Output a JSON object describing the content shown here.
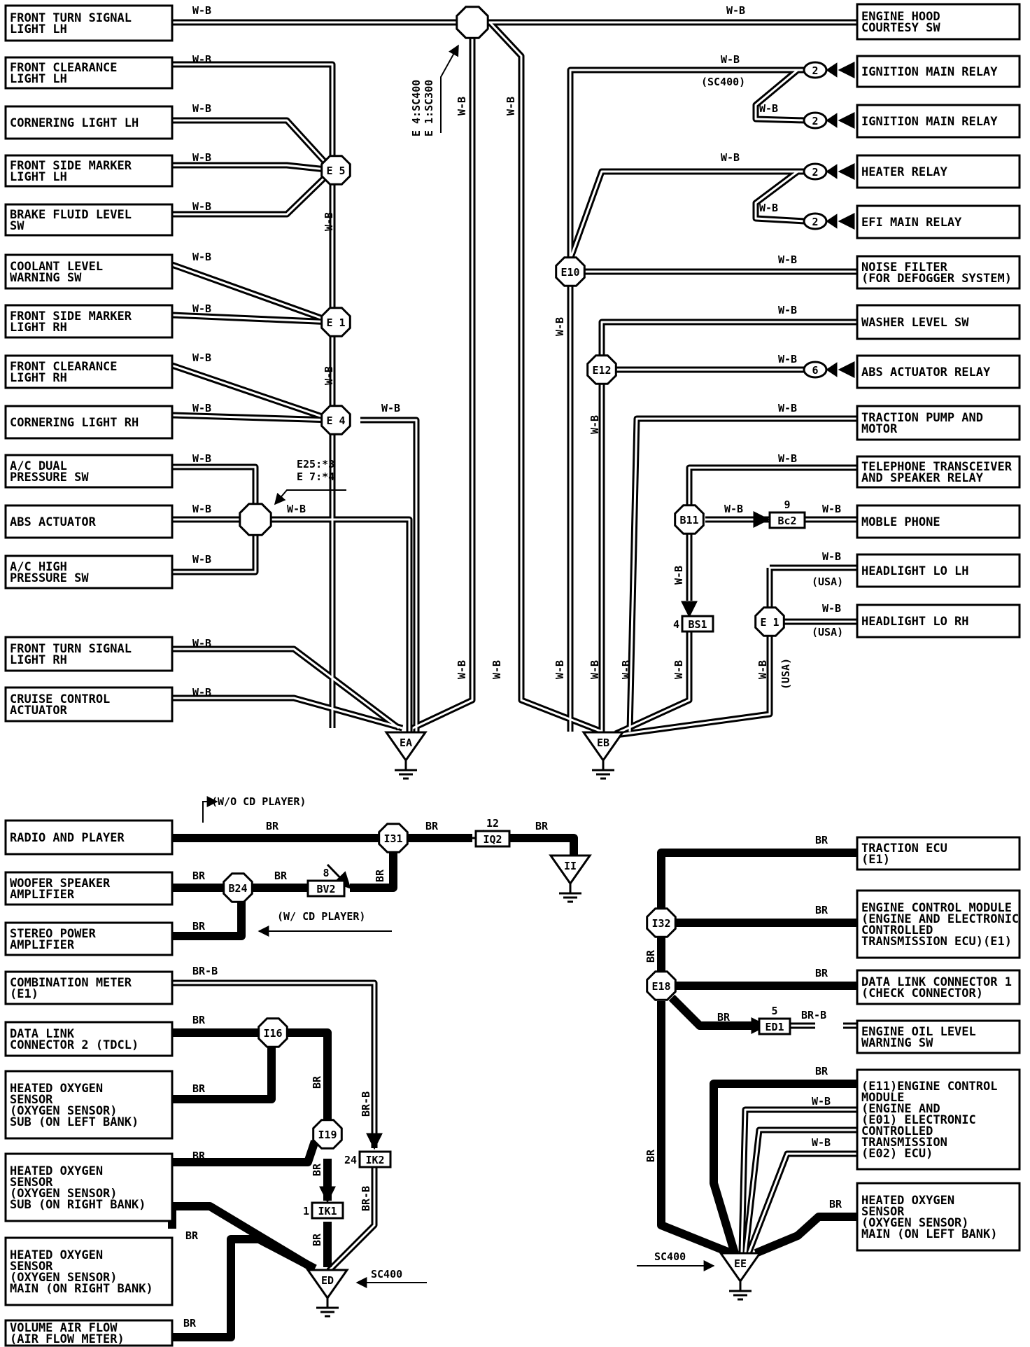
{
  "wire_colors": {
    "wb": "W-B",
    "br": "BR",
    "brb": "BR-B"
  },
  "components": {
    "front_turn_lh": [
      "FRONT TURN SIGNAL",
      "LIGHT LH"
    ],
    "front_clear_lh": [
      "FRONT CLEARANCE",
      "LIGHT LH"
    ],
    "corner_lh": [
      "CORNERING LIGHT LH"
    ],
    "front_side_lh": [
      "FRONT SIDE MARKER",
      "LIGHT LH"
    ],
    "brake_fluid": [
      "BRAKE FLUID LEVEL",
      "SW"
    ],
    "coolant": [
      "COOLANT LEVEL",
      "WARNING SW"
    ],
    "front_side_rh": [
      "FRONT SIDE MARKER",
      "LIGHT RH"
    ],
    "front_clear_rh": [
      "FRONT CLEARANCE",
      "LIGHT RH"
    ],
    "corner_rh": [
      "CORNERING LIGHT RH"
    ],
    "ac_dual": [
      "A/C DUAL",
      "PRESSURE SW"
    ],
    "abs_act": [
      "ABS ACTUATOR"
    ],
    "ac_high": [
      "A/C HIGH",
      "PRESSURE SW"
    ],
    "front_turn_rh": [
      "FRONT TURN SIGNAL",
      "LIGHT RH"
    ],
    "cruise": [
      "CRUISE CONTROL",
      "ACTUATOR"
    ],
    "engine_hood": [
      "ENGINE HOOD",
      "COURTESY SW"
    ],
    "ign_relay_1": [
      "IGNITION MAIN RELAY"
    ],
    "ign_relay_2": [
      "IGNITION MAIN RELAY"
    ],
    "heater_relay": [
      "HEATER RELAY"
    ],
    "efi_relay": [
      "EFI MAIN RELAY"
    ],
    "noise_filter": [
      "NOISE FILTER",
      "(FOR DEFOGGER SYSTEM)"
    ],
    "washer": [
      "WASHER LEVEL SW"
    ],
    "abs_relay": [
      "ABS ACTUATOR RELAY"
    ],
    "traction_pump": [
      "TRACTION PUMP AND",
      "MOTOR"
    ],
    "telephone": [
      "TELEPHONE TRANSCEIVER",
      "AND SPEAKER RELAY"
    ],
    "mobile_phone": [
      "MOBLE PHONE"
    ],
    "headlight_lh": [
      "HEADLIGHT LO LH"
    ],
    "headlight_rh": [
      "HEADLIGHT LO RH"
    ],
    "radio": [
      "RADIO AND PLAYER"
    ],
    "woofer": [
      "WOOFER SPEAKER",
      "AMPLIFIER"
    ],
    "stereo": [
      "STEREO POWER",
      "AMPLIFIER"
    ],
    "combo_meter": [
      "COMBINATION METER",
      "(E1)"
    ],
    "dlc2": [
      "DATA LINK",
      "CONNECTOR 2 (TDCL)"
    ],
    "ho2_sub_left": [
      "HEATED OXYGEN",
      "SENSOR",
      "(OXYGEN SENSOR)",
      "SUB (ON LEFT BANK)"
    ],
    "ho2_sub_right": [
      "HEATED OXYGEN",
      "SENSOR",
      "(OXYGEN SENSOR)",
      "SUB (ON RIGHT BANK)"
    ],
    "ho2_main_right": [
      "HEATED OXYGEN",
      "SENSOR",
      "(OXYGEN SENSOR)",
      "MAIN (ON RIGHT BANK)"
    ],
    "vaf": [
      "VOLUME AIR FLOW",
      "(AIR FLOW METER)"
    ],
    "traction_ecu": [
      "TRACTION ECU",
      "(E1)"
    ],
    "ecm": [
      "ENGINE CONTROL MODULE",
      "(ENGINE AND ELECTRONIC",
      " CONTROLLED",
      " TRANSMISSION ECU)(E1)"
    ],
    "dlc1": [
      "DATA LINK CONNECTOR 1",
      "(CHECK CONNECTOR)"
    ],
    "oil_level": [
      "ENGINE OIL LEVEL",
      "WARNING SW"
    ],
    "ecm_e11": [
      "(E11)ENGINE CONTROL",
      "     MODULE",
      "      (ENGINE AND",
      "(E01) ELECTRONIC",
      "      CONTROLLED",
      "      TRANSMISSION",
      "(E02)  ECU)"
    ],
    "ho2_main_left": [
      "HEATED OXYGEN",
      "SENSOR",
      "(OXYGEN SENSOR)",
      "MAIN (ON LEFT BANK)"
    ]
  },
  "junctions": {
    "e5": "E 5",
    "e1": "E 1",
    "e4": "E 4",
    "e10": "E10",
    "e12": "E12",
    "b11": "B11",
    "e1_right": "E 1",
    "i31": "I31",
    "b24": "B24",
    "i16": "I16",
    "i19": "I19",
    "i32": "I32",
    "e18": "E18"
  },
  "connectors": {
    "iq2": {
      "name": "IQ2",
      "pin": "12"
    },
    "bv2": {
      "name": "BV2",
      "pin": "8"
    },
    "bc2": {
      "name": "Bc2",
      "pin": "9"
    },
    "bs1": {
      "name": "BS1",
      "pin": "4"
    },
    "ik2": {
      "name": "IK2",
      "pin": "24"
    },
    "ik1": {
      "name": "IK1",
      "pin": "1"
    },
    "ed1": {
      "name": "ED1",
      "pin": "5"
    }
  },
  "pins": {
    "ign1": "2",
    "ign2": "2",
    "heater": "2",
    "efi": "2",
    "abs_relay": "6"
  },
  "grounds": {
    "ea": "EA",
    "eb": "EB",
    "ii": "II",
    "ed": "ED",
    "ee": "EE"
  },
  "notes": {
    "sc400_paren": "(SC400)",
    "e4_sc400": "E 4:SC400",
    "e1_sc300": "E 1:SC300",
    "e25": "E25:*3",
    "e7": "E 7:*4",
    "usa1": "(USA)",
    "usa2": "(USA)",
    "usa3": "(USA)",
    "wo_cd": "(W/O CD PLAYER)",
    "w_cd": "(W/ CD PLAYER)",
    "sc400_ed": "SC400",
    "sc400_ee": "SC400"
  }
}
